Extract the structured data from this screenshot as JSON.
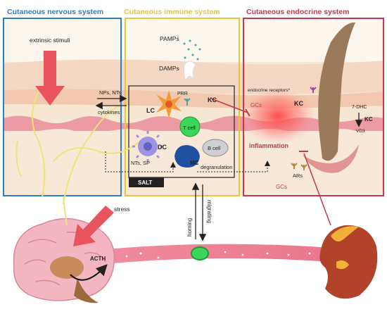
{
  "panels": {
    "nervous": {
      "title": "Cutaneous nervous system",
      "color": "#2e7fc0"
    },
    "immune": {
      "title": "Cutaneous immune system",
      "color": "#e8c53a"
    },
    "endocrine": {
      "title": "Cutaneous endocrine system",
      "color": "#c8374a"
    }
  },
  "labels": {
    "extrinsic_stimuli": "extrinsic stimuli",
    "nps_nts": "NPs, NTs",
    "cytokines": "cytokines",
    "pamps": "PAMPs",
    "damps": "DAMPs",
    "prr": "PRR",
    "lc": "LC",
    "kc_immune": "KC",
    "t_cell": "T cell",
    "dc": "DC",
    "b_cell": "B cell",
    "mc": "MC",
    "nts_sp": "NTs, SP",
    "degranulation": "degranulation",
    "salt": "SALT",
    "endocrine_receptors": "endocrine receptors*",
    "gcs_top": "GCs",
    "kc_endocrine": "KC",
    "dhc": "7-DHC",
    "kc_vd3": "KC",
    "vd3": "VD3",
    "inflammation": "inflammation",
    "ars": "ARs",
    "gcs_bottom": "GCs",
    "stress": "stress",
    "acth": "ACTH",
    "homing": "homing",
    "migrating": "migrating"
  }
}
